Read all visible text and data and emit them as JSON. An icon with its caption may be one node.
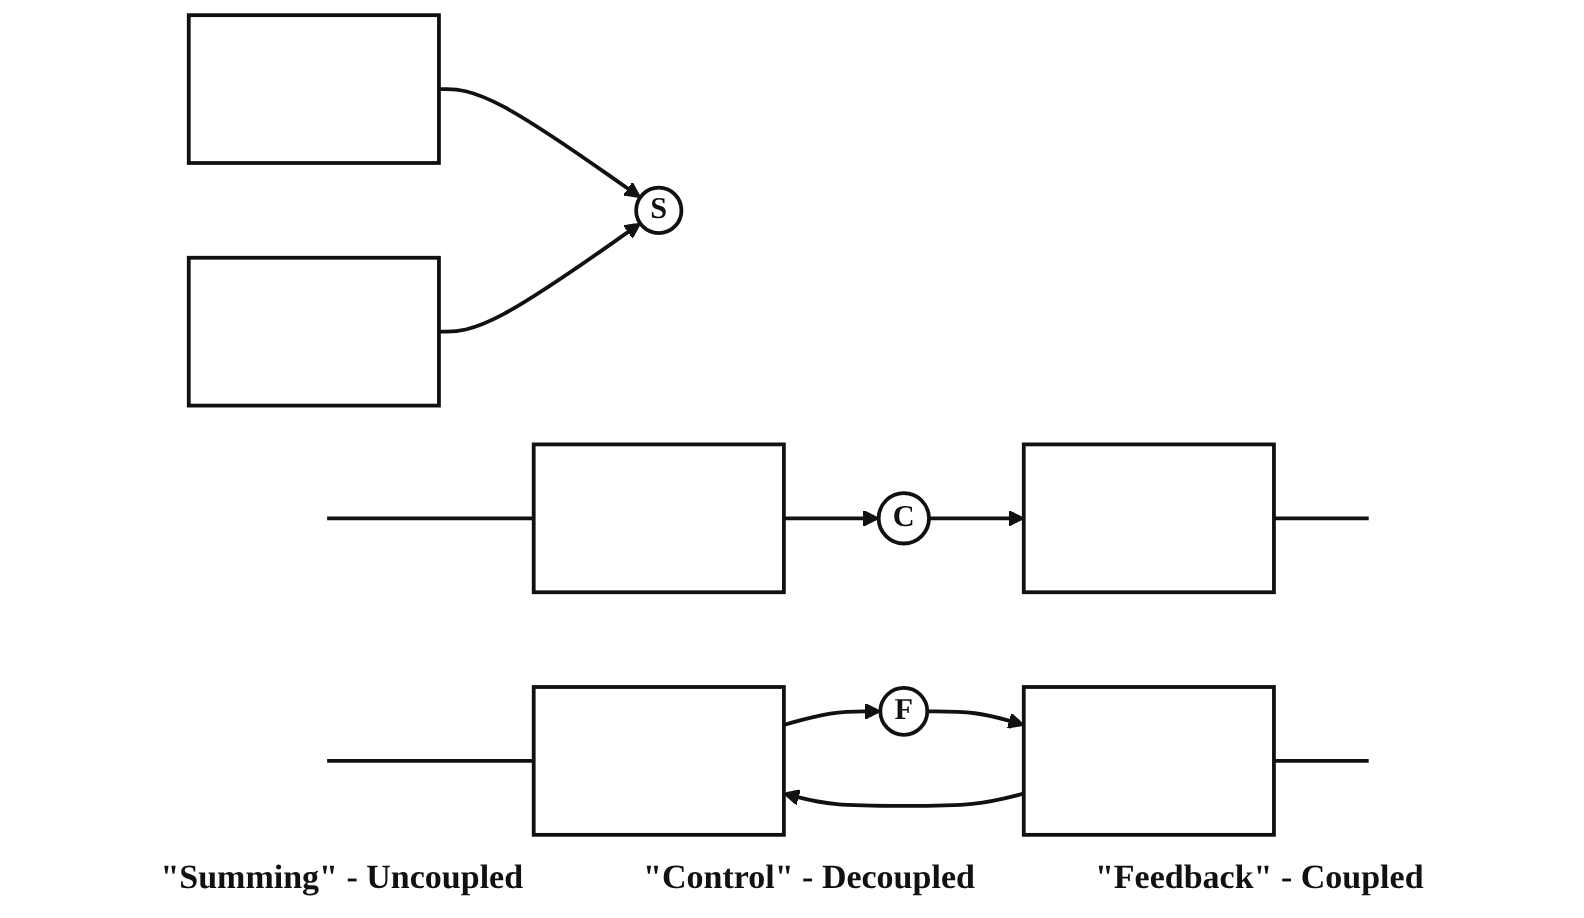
{
  "diagram": {
    "nodes": [
      {
        "text": [],
        "shape": "box"
      },
      {
        "text": [],
        "shape": "box"
      },
      {
        "text": [
          "S"
        ]
      },
      {
        "text": [],
        "shape": "box"
      },
      {
        "text": [
          "C"
        ]
      },
      {
        "text": [],
        "shape": "box"
      },
      {
        "text": [],
        "shape": "box"
      },
      {
        "text": [
          "F"
        ]
      },
      {
        "text": [],
        "shape": "box"
      }
    ],
    "edges": [
      {
        "from": 0,
        "to": 2,
        "arrow": "to"
      },
      {
        "from": 1,
        "to": 2,
        "arrow": "to"
      },
      {
        "from": null,
        "to": 3,
        "arrow": "none"
      },
      {
        "from": 3,
        "to": 4,
        "arrow": "to"
      },
      {
        "from": 4,
        "to": 5,
        "arrow": "to"
      },
      {
        "from": 5,
        "to": null,
        "arrow": "none"
      },
      {
        "from": null,
        "to": 6,
        "arrow": "none"
      },
      {
        "from": 6,
        "to": 7,
        "arrow": "to"
      },
      {
        "from": 7,
        "to": 8,
        "arrow": "to"
      },
      {
        "from": 8,
        "to": null,
        "arrow": "none"
      },
      {
        "from": 8,
        "to": 6,
        "arrow": "to"
      }
    ],
    "labels": [
      "\"Summing\" - Uncoupled",
      "\"Control\" - Decoupled",
      "\"Feedback\" - Coupled"
    ]
  }
}
